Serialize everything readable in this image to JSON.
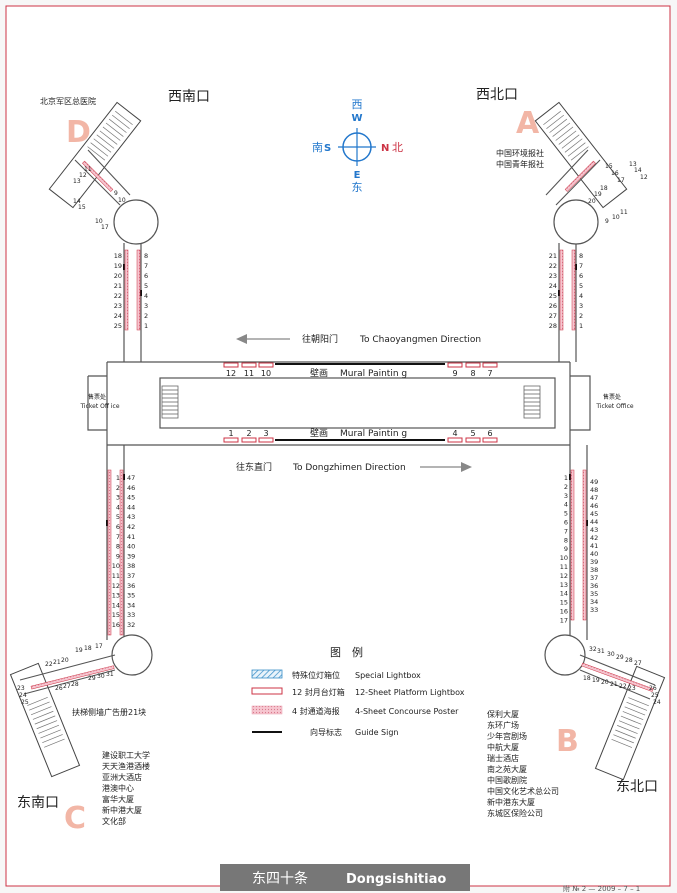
{
  "station": {
    "cn": "东四十条",
    "en": "Dongsishitiao",
    "footer_code": "附 № 2 — 2009 – 7 – 1"
  },
  "colors": {
    "accent_red": "#cc3344",
    "compass_blue": "#2277cc",
    "poster_fill": "#f4b8c4",
    "footer_bg": "#777777"
  },
  "compass": {
    "west_cn": "西",
    "west": "W",
    "south_cn": "南",
    "south": "S",
    "north": "N",
    "north_cn": "北",
    "east": "E",
    "east_cn": "东"
  },
  "exits": {
    "a": {
      "letter": "A",
      "name": "西北口",
      "landmarks": [
        "中国环境报社",
        "中国青年报社"
      ]
    },
    "b": {
      "letter": "B",
      "name": "东北口",
      "landmarks": [
        "保利大厦",
        "东环广场",
        "少年宫剧场",
        "中航大厦",
        "瑞士酒店",
        "南之苑大厦",
        "中国歌剧院",
        "中国文化艺术总公司",
        "新中港东大厦",
        "东城区保险公司"
      ]
    },
    "c": {
      "letter": "C",
      "name": "东南口",
      "landmarks": [
        "建设职工大学",
        "天天渔港酒楼",
        "亚洲大酒店",
        "港澳中心",
        "富华大厦",
        "新中港大厦",
        "文化部"
      ]
    },
    "d": {
      "letter": "D",
      "name": "西南口",
      "landmarks": [
        "北京军区总医院"
      ]
    }
  },
  "directions": {
    "upper_cn": "往朝阳门",
    "upper_en": "To Chaoyangmen Direction",
    "lower_cn": "往东直门",
    "lower_en": "To Dongzhimen Direction"
  },
  "platform": {
    "mural_cn": "壁画",
    "mural_en": "Mural Paintin g",
    "upper_left": [
      "12",
      "11",
      "10"
    ],
    "upper_right": [
      "9",
      "8",
      "7"
    ],
    "lower_left": [
      "1",
      "2",
      "3"
    ],
    "lower_right": [
      "4",
      "5",
      "6"
    ]
  },
  "ticket_office": {
    "cn": "售票处",
    "en": "Ticket Off ice"
  },
  "ticket_office_right": {
    "cn": "售票处",
    "en": "Ticket Office"
  },
  "escalator_note": "扶梯侧墙广告册21块",
  "corridors": {
    "nw_left": [
      "18",
      "19",
      "20",
      "21",
      "22",
      "23",
      "24",
      "25"
    ],
    "nw_right": [
      "8",
      "7",
      "6",
      "5",
      "4",
      "3",
      "2",
      "1"
    ],
    "ne_left": [
      "21",
      "22",
      "23",
      "24",
      "25",
      "26",
      "27",
      "28"
    ],
    "ne_right": [
      "8",
      "7",
      "6",
      "5",
      "4",
      "3",
      "2",
      "1"
    ],
    "sw_left": [
      "1",
      "2",
      "3",
      "4",
      "5",
      "6",
      "7",
      "8",
      "9",
      "10",
      "11",
      "12",
      "13",
      "14",
      "15",
      "16"
    ],
    "sw_right": [
      "47",
      "46",
      "45",
      "44",
      "43",
      "42",
      "41",
      "40",
      "39",
      "38",
      "37",
      "36",
      "35",
      "34",
      "33",
      "32"
    ],
    "se_left": [
      "1",
      "2",
      "3",
      "4",
      "5",
      "6",
      "7",
      "8",
      "9",
      "10",
      "11",
      "12",
      "13",
      "14",
      "15",
      "16",
      "17"
    ],
    "se_right": [
      "49",
      "48",
      "47",
      "46",
      "45",
      "44",
      "43",
      "42",
      "41",
      "40",
      "39",
      "38",
      "37",
      "36",
      "35",
      "34",
      "33"
    ]
  },
  "stair_labels": {
    "d": [
      "11",
      "12",
      "13",
      "14",
      "15",
      "10",
      "17",
      "9",
      "10"
    ],
    "a": [
      "15",
      "16",
      "17",
      "13",
      "14",
      "12",
      "20",
      "19",
      "18",
      "11",
      "9",
      "10"
    ],
    "c": [
      "22",
      "21",
      "20",
      "19",
      "18",
      "17",
      "26",
      "27",
      "28",
      "29",
      "30",
      "31",
      "23",
      "24",
      "25"
    ],
    "b": [
      "32",
      "31",
      "30",
      "29",
      "28",
      "27",
      "18",
      "19",
      "20",
      "21",
      "22",
      "23",
      "26",
      "25",
      "24"
    ]
  },
  "legend": {
    "title": "图　例",
    "items": [
      {
        "cn": "特殊位灯箱位",
        "en": "Special Lightbox"
      },
      {
        "cn": "12 封月台灯箱",
        "en": "12-Sheet Platform Lightbox"
      },
      {
        "cn": "4 封通道海报",
        "en": "4-Sheet Concourse Poster"
      },
      {
        "cn": "向导标志",
        "en": "Guide Sign"
      }
    ]
  }
}
